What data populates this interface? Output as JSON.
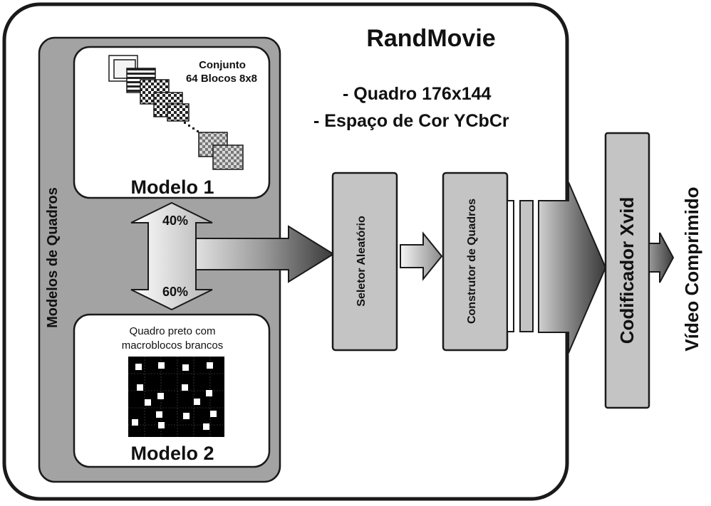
{
  "title": "RandMovie",
  "specs": [
    "- Quadro  176x144",
    "- Espaço de Cor  YCbCr"
  ],
  "group_label": "Modelos de Quadros",
  "model1": {
    "label": "Modelo 1",
    "caption_lines": [
      "Conjunto",
      "64 Blocos 8x8"
    ],
    "probability": "40%"
  },
  "model2": {
    "label": "Modelo 2",
    "caption_lines": [
      "Quadro preto com",
      "macroblocos brancos"
    ],
    "probability": "60%"
  },
  "selector_label": "Seletor Aleatório",
  "builder_label": "Construtor de Quadros",
  "encoder_label": "Codificador Xvid",
  "output_label": "Vídeo Comprimido",
  "colors": {
    "panel_gray": "#a3a3a3",
    "block_gray": "#c4c4c4",
    "outline": "#1a1a1a",
    "arrow_dark": "#3a3a3a"
  }
}
